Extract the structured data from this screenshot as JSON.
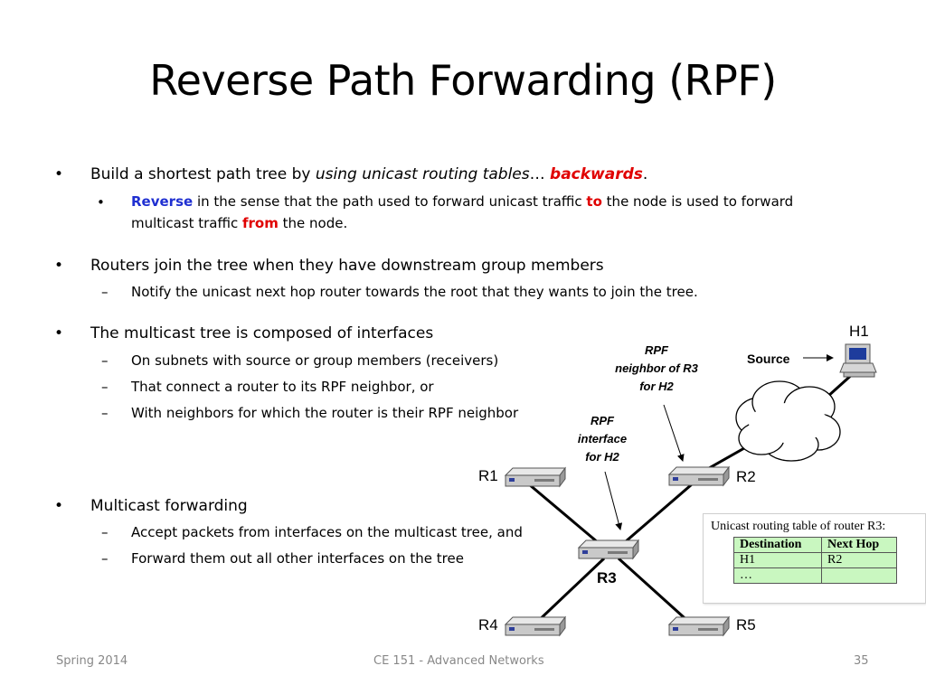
{
  "title": "Reverse Path Forwarding (RPF)",
  "bullet_glyph": "•",
  "dash_glyph": "–",
  "bullets": {
    "b1": {
      "pre": "Build a shortest path tree by ",
      "italic": "using unicast routing tables",
      "ellipsis": "… ",
      "emph": "backwards",
      "post": ".",
      "sub": {
        "emph1": "Reverse",
        "text1": " in the sense that the path used to forward unicast traffic ",
        "emph2": "to",
        "text2": " the node is used to forward",
        "text3": "multicast traffic ",
        "emph3": "from",
        "text4": " the node."
      }
    },
    "b2": {
      "text": "Routers join the tree when they have downstream group members",
      "sub1": "Notify the unicast next hop router towards the root that they wants to join the tree."
    },
    "b3": {
      "text": "The multicast tree is composed of interfaces",
      "subs": [
        "On subnets with source or group members (receivers)",
        "That connect a router to its RPF neighbor, or",
        "With neighbors for which the router is their RPF neighbor"
      ]
    },
    "b4": {
      "text": "Multicast forwarding",
      "subs": [
        "Accept packets from interfaces on the multicast tree, and",
        "Forward them out all other interfaces on the tree"
      ]
    }
  },
  "diagram": {
    "routers": {
      "r1": "R1",
      "r2": "R2",
      "r3": "R3",
      "r4": "R4",
      "r5": "R5"
    },
    "host": "H1",
    "source_label": "Source",
    "rpf_neighbor": [
      "RPF",
      "neighbor of R3",
      "for H2"
    ],
    "rpf_interface": [
      "RPF",
      "interface",
      "for H2"
    ]
  },
  "routing_table": {
    "caption": "Unicast routing table of router R3:",
    "headers": [
      "Destination",
      "Next Hop"
    ],
    "rows": [
      [
        "H1",
        "R2"
      ],
      [
        "…",
        ""
      ]
    ]
  },
  "footer": {
    "left": "Spring 2014",
    "center": "CE 151 - Advanced Networks",
    "right": "35"
  },
  "colors": {
    "emphasis_blue": "#1f2fd1",
    "emphasis_red": "#e00000",
    "table_fill": "#c9f7c0",
    "footer_text": "#888888"
  }
}
